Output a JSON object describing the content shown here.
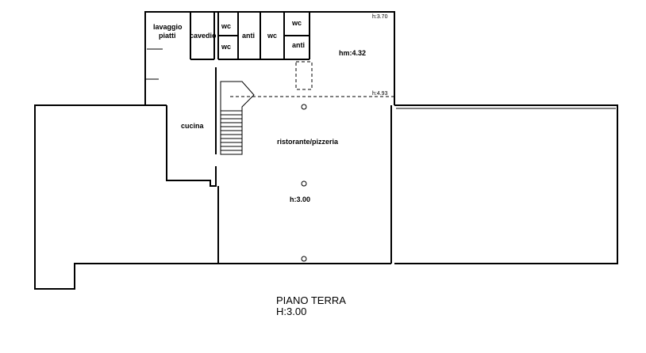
{
  "rooms": {
    "lavaggio_line1": "lavaggio",
    "lavaggio_line2": "piatti",
    "cavedio": "cavedio",
    "wc1": "wc",
    "wc2": "wc",
    "anti1": "anti",
    "wc3": "wc",
    "wc4": "wc",
    "anti2": "anti",
    "cucina": "cucina",
    "ristorante": "ristorante/pizzeria"
  },
  "heights": {
    "h_370": "h:3.70",
    "hm_432": "hm:4.32",
    "h_493": "h:4.93",
    "h_300_room": "h:3.00"
  },
  "caption": {
    "title": "PIANO TERRA",
    "height": "H:3.00"
  }
}
